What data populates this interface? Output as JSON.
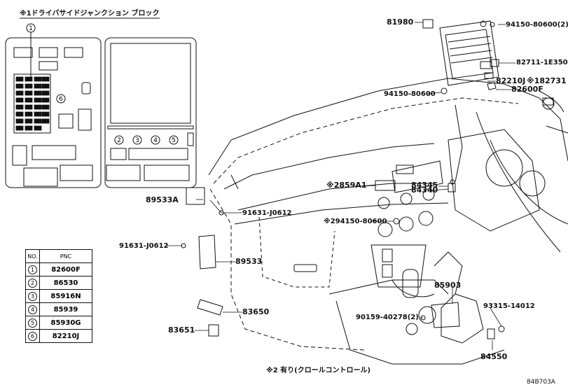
{
  "title": "※1ドライバサイドジャンクション ブロック",
  "footnote": "※2 有り(クロールコントロール)",
  "diagram_code": "84B703A",
  "callouts": {
    "c1": "1",
    "c2": "2",
    "c3": "3",
    "c4": "4",
    "c5": "5",
    "c6": "6"
  },
  "labels": {
    "p81980": "81980",
    "p94150_80600_2": "94150-80600(2)",
    "p82711": "82711-1E350",
    "p82210j": "82210J",
    "p182731": "※182731",
    "p94150_80600": "94150-80600",
    "p82600f": "82600F",
    "p84345": "84345",
    "p84340": "84340",
    "p859a1": "※2859A1",
    "p94150_80600_s2": "※294150-80600",
    "p89533a": "89533A",
    "p91631_a": "91631-J0612",
    "p91631_b": "91631-J0612",
    "p89533": "89533",
    "p83650": "83650",
    "p83651": "83651",
    "p85903": "85903",
    "p93315": "93315-14012",
    "p90159": "90159-40278(2)",
    "p84550": "84550"
  },
  "table": {
    "header_no": "NO.",
    "header_pnc": "PNC",
    "rows": [
      {
        "no": "1",
        "pnc": "82600F"
      },
      {
        "no": "2",
        "pnc": "86530"
      },
      {
        "no": "3",
        "pnc": "85916N"
      },
      {
        "no": "4",
        "pnc": "85939"
      },
      {
        "no": "5",
        "pnc": "85930G"
      },
      {
        "no": "6",
        "pnc": "82210J"
      }
    ]
  }
}
